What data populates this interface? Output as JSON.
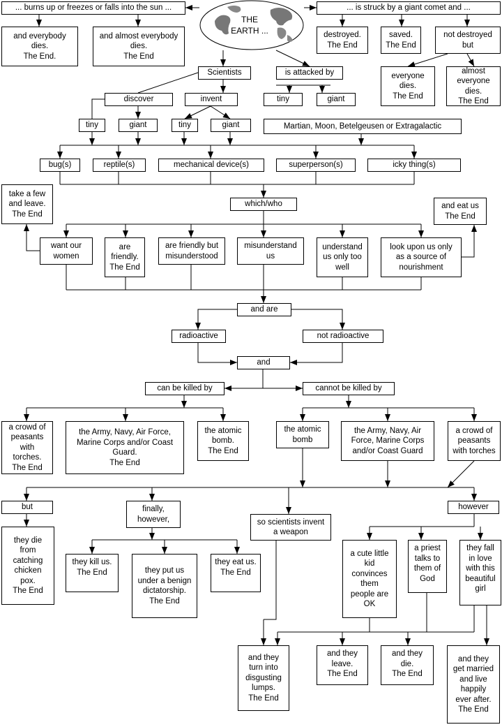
{
  "earth_label": "THE\nEARTH ...",
  "nodes": {
    "burns": "... burns up or freezes or falls into the sun ...",
    "struck": "... is struck by a giant comet and ...",
    "everybody": "and everybody\ndies.\nThe End.",
    "almost_everybody": "and almost everybody\ndies.\nThe End",
    "destroyed": "destroyed.\nThe End",
    "saved": "saved.\nThe End",
    "not_destroyed": "not destroyed\nbut",
    "everyone_dies": "everyone\ndies.\nThe End",
    "almost_everyone": "almost\neveryone\ndies.\nThe End",
    "scientists": "Scientists",
    "attacked": "is attacked by",
    "discover": "discover",
    "invent": "invent",
    "tiny_a": "tiny",
    "giant_a": "giant",
    "tiny_1": "tiny",
    "giant_1": "giant",
    "tiny_2": "tiny",
    "giant_2": "giant",
    "martian": "Martian, Moon, Betelgeusen or Extragalactic",
    "bugs": "bug(s)",
    "reptiles": "reptile(s)",
    "mechanical": "mechanical device(s)",
    "superperson": "superperson(s)",
    "icky": "icky thing(s)",
    "which_who": "which/who",
    "take_few": "take a few\nand leave.\nThe End",
    "eat_us_end": "and eat us\nThe End",
    "want_women": "want our\nwomen",
    "are_friendly": "are\nfriendly.\nThe End",
    "friendly_misunderstood": "are friendly but\nmisunderstood",
    "misunderstand": "misunderstand\nus",
    "understand": "understand\nus only too\nwell",
    "nourishment": "look upon us only\nas a source of\nnourishment",
    "and_are": "and are",
    "radioactive": "radioactive",
    "not_radioactive": "not radioactive",
    "and": "and",
    "can_killed": "can be killed by",
    "cannot_killed": "cannot be killed by",
    "crowd_left": "a crowd of\npeasants\nwith\ntorches.\nThe End",
    "army_left": "the Army, Navy, Air Force,\nMarine Corps and/or Coast\nGuard.\nThe End",
    "atomic_left": "the atomic\nbomb.\nThe End",
    "atomic_right": "the atomic\nbomb",
    "army_right": "the Army, Navy, Air\nForce, Marine Corps\nand/or Coast Guard",
    "crowd_right": "a crowd of\npeasants\nwith torches",
    "but": "but",
    "finally": "finally,\nhowever,",
    "scientists_weapon": "so scientists invent\na weapon",
    "however": "however",
    "chicken_pox": "they die\nfrom\ncatching\nchicken\npox.\nThe End",
    "kill_us": "they kill us.\nThe End",
    "dictatorship": "they put us\nunder a benign\ndictatorship.\nThe End",
    "eat_us": "they eat us.\nThe End",
    "cute_kid": "a cute little\nkid\nconvinces\nthem\npeople are\nOK",
    "priest": "a priest\ntalks to\nthem of\nGod",
    "fall_love": "they fall\nin love\nwith this\nbeautiful\ngirl",
    "lumps": "and they\nturn into\ndisgusting\nlumps.\nThe End",
    "leave": "and they\nleave.\nThe End",
    "die": "and they\ndie.\nThe End",
    "married": "and they\nget married\nand live\nhappily\never after.\nThe End"
  }
}
